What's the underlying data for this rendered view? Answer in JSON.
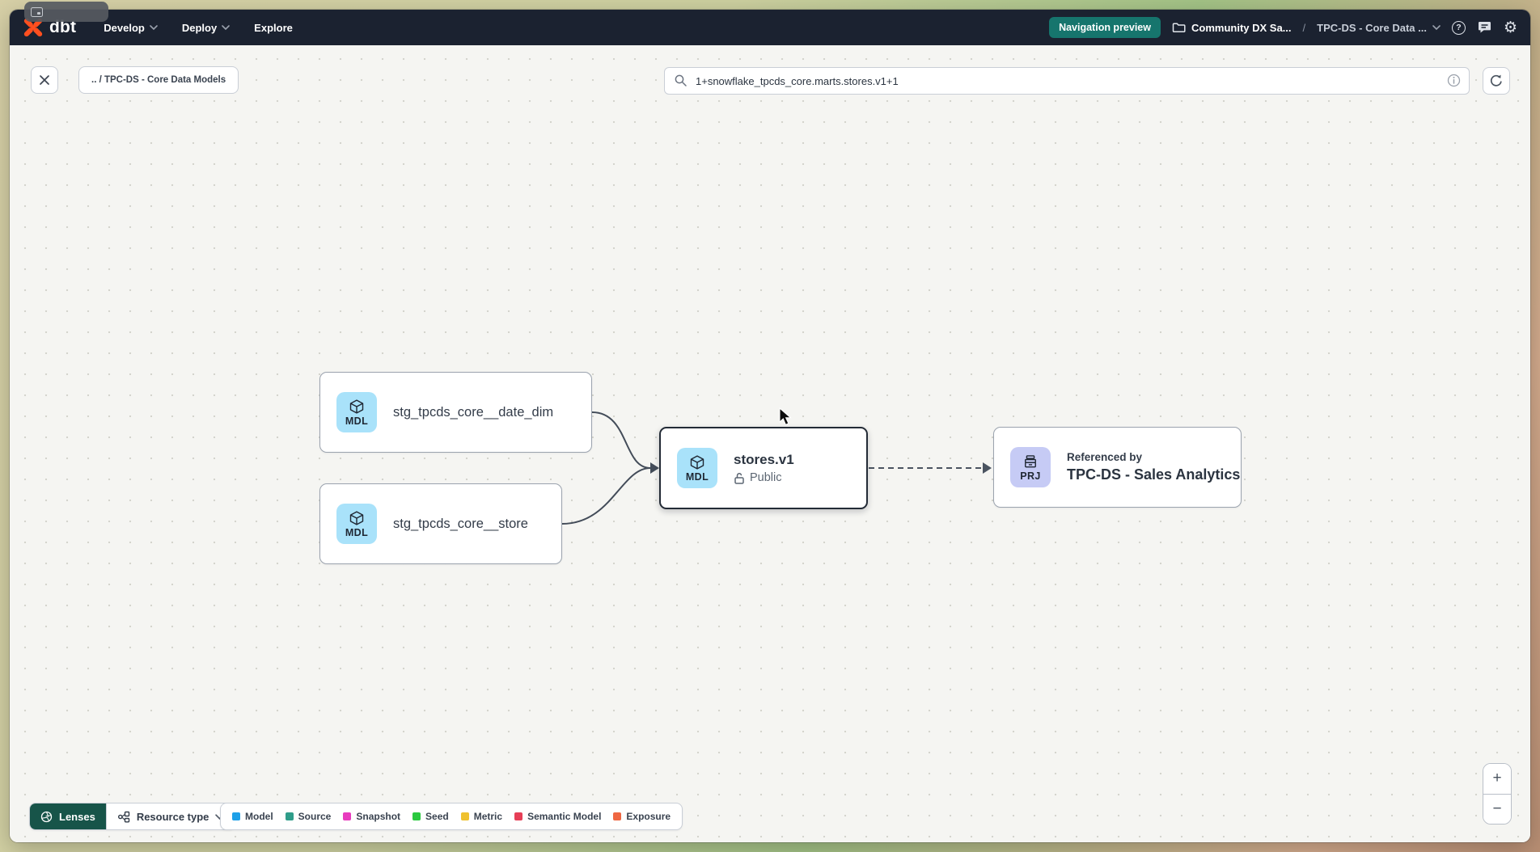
{
  "colors": {
    "navbar_bg": "#1b2230",
    "preview_badge_bg": "#16756d",
    "lenses_bg": "#175449",
    "logo_orange": "#ff4f1f",
    "model_badge_bg": "#a9e2fa",
    "project_badge_bg": "#c6cbf5",
    "canvas_bg": "#f5f5f2",
    "selected_node_border": "#232b36"
  },
  "topbar": {
    "logo_text": "dbt",
    "nav_items": [
      {
        "label": "Develop",
        "has_chevron": true
      },
      {
        "label": "Deploy",
        "has_chevron": true
      },
      {
        "label": "Explore",
        "has_chevron": false
      }
    ],
    "preview_badge_label": "Navigation preview",
    "account_name": "Community DX Sa...",
    "breadcrumb_separator": "/",
    "project_name": "TPC-DS - Core Data ..."
  },
  "toolbar": {
    "breadcrumb_chip_label": ".. / TPC-DS - Core Data Models",
    "search_value": "1+snowflake_tpcds_core.marts.stores.v1+1"
  },
  "graph": {
    "nodes": {
      "date_dim": {
        "badge": "MDL",
        "label": "stg_tpcds_core__date_dim"
      },
      "store": {
        "badge": "MDL",
        "label": "stg_tpcds_core__store"
      },
      "stores_v1": {
        "badge": "MDL",
        "title": "stores.v1",
        "access_label": "Public"
      },
      "referenced": {
        "badge": "PRJ",
        "subtitle": "Referenced by",
        "title": "TPC-DS - Sales Analytics"
      }
    }
  },
  "footer": {
    "lenses_label": "Lenses",
    "resource_type_label": "Resource type",
    "legend": [
      {
        "label": "Model",
        "color": "#1ea0e8"
      },
      {
        "label": "Source",
        "color": "#2f9d8a"
      },
      {
        "label": "Snapshot",
        "color": "#e83cbe"
      },
      {
        "label": "Seed",
        "color": "#2bc940"
      },
      {
        "label": "Metric",
        "color": "#efc12f"
      },
      {
        "label": "Semantic Model",
        "color": "#e63f57"
      },
      {
        "label": "Exposure",
        "color": "#ef6742"
      }
    ]
  },
  "zoom_controls": {
    "zoom_in_label": "+",
    "zoom_out_label": "−"
  }
}
